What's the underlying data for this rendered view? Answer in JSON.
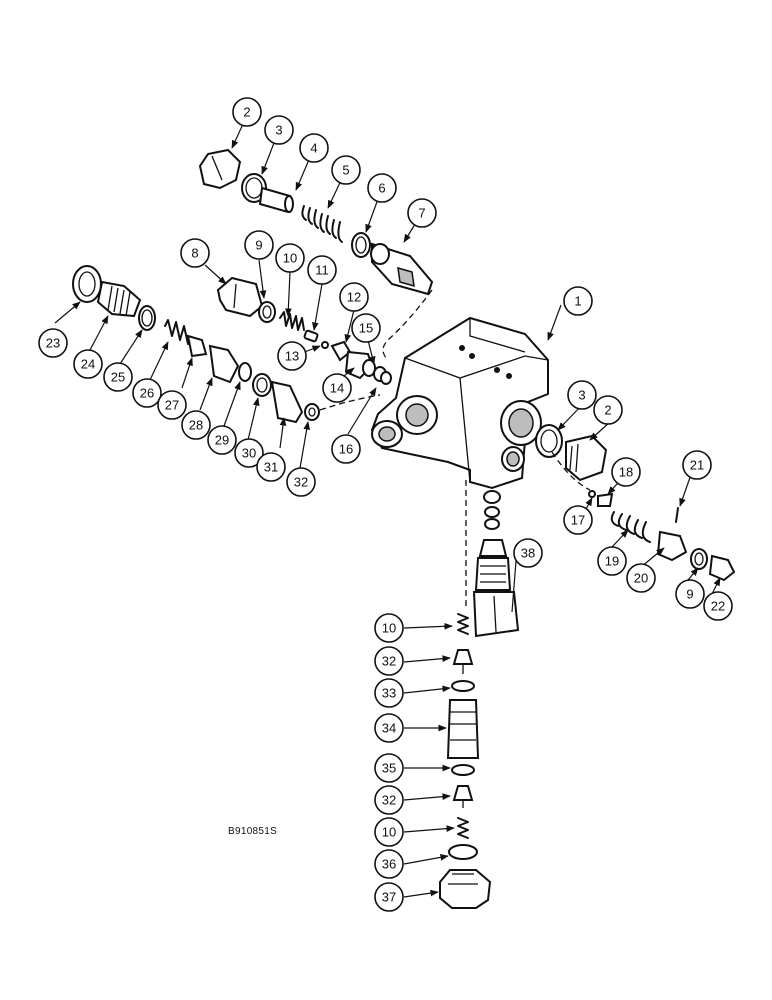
{
  "drawing_id": "B910851S",
  "callouts": [
    "1",
    "2",
    "3",
    "4",
    "5",
    "6",
    "7",
    "8",
    "9",
    "10",
    "11",
    "12",
    "13",
    "14",
    "15",
    "16",
    "17",
    "18",
    "19",
    "20",
    "21",
    "22",
    "23",
    "24",
    "25",
    "26",
    "27",
    "28",
    "29",
    "30",
    "31",
    "32",
    "33",
    "34",
    "35",
    "36",
    "37",
    "38"
  ]
}
